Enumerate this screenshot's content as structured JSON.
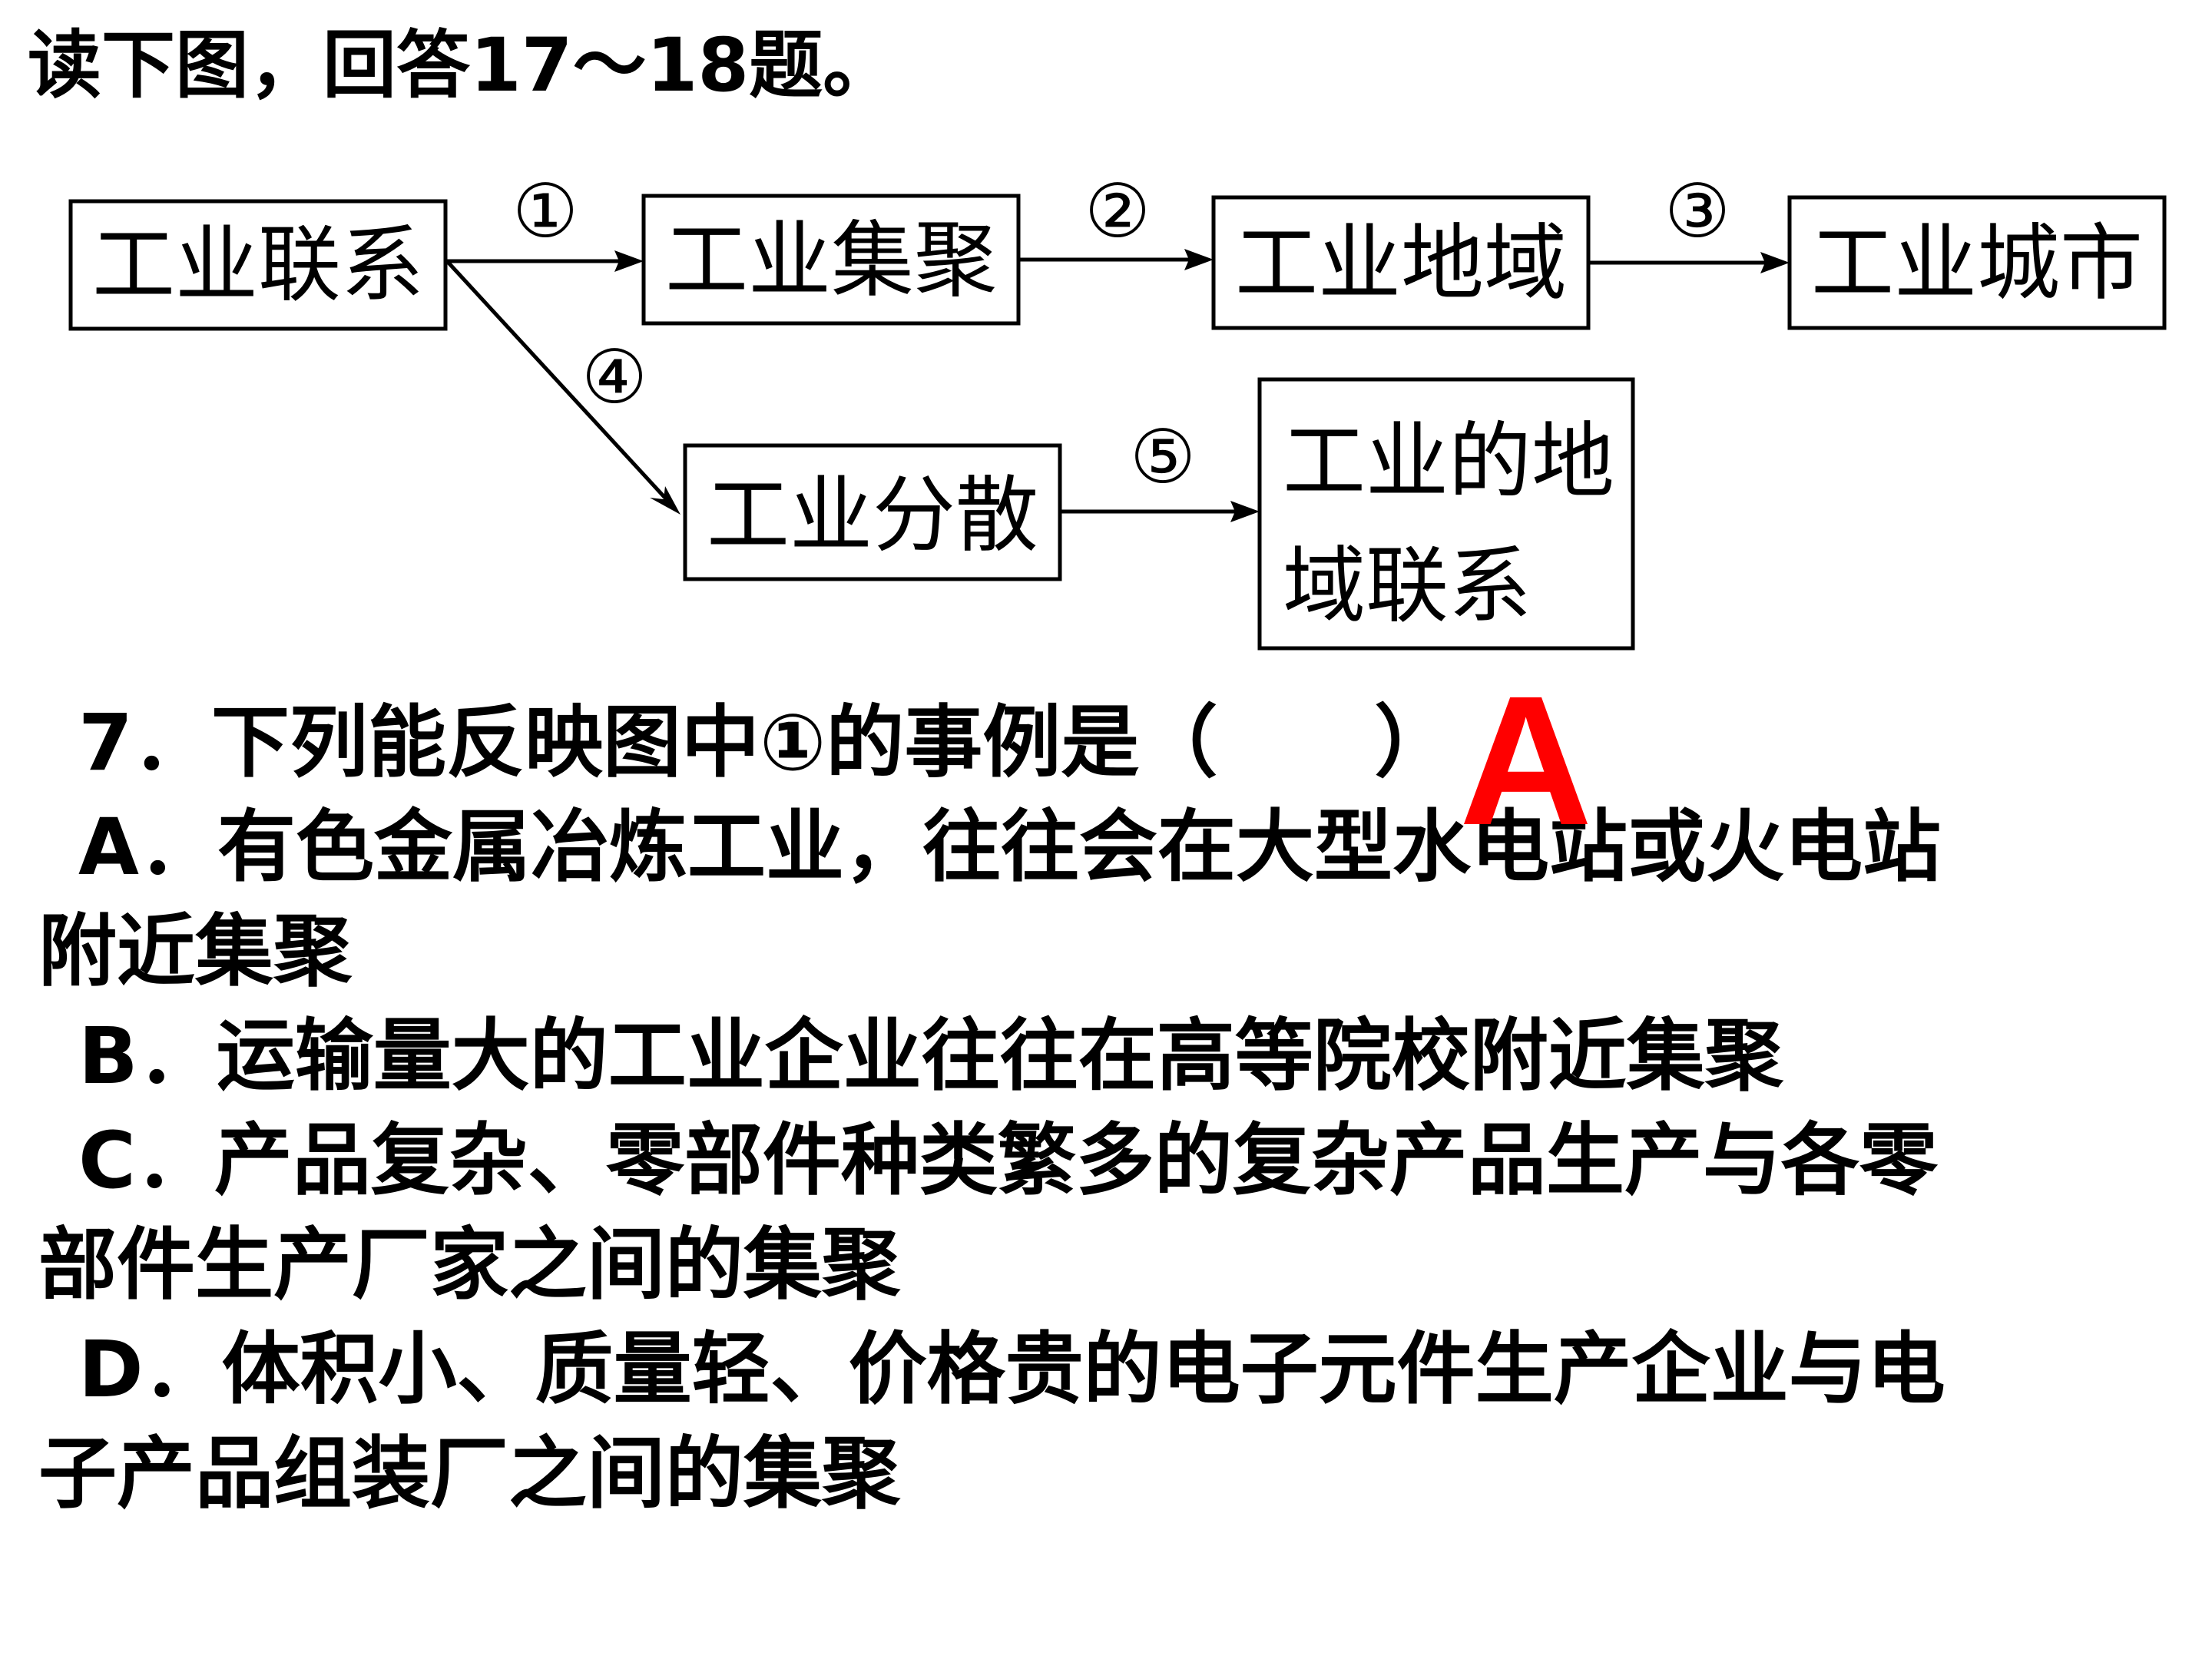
{
  "intro": "读下图，回答17～18题。",
  "diagram": {
    "boxes": {
      "industrial_link": "工业联系",
      "industrial_agglomeration": "工业集聚",
      "industrial_region": "工业地域",
      "industrial_city": "工业城市",
      "industrial_dispersion": "工业分散",
      "regional_link_line1": "工业的地",
      "regional_link_line2": "域联系"
    },
    "arrows": {
      "a1": "①",
      "a2": "②",
      "a3": "③",
      "a4": "④",
      "a5": "⑤"
    }
  },
  "question": {
    "stem": "7．下列能反映图中①的事例是（　　）",
    "option_a_line1": "A．有色金属冶炼工业，往往会在大型水电站或火电站",
    "option_a_line2": "附近集聚",
    "option_b": "B．运输量大的工业企业往往在高等院校附近集聚",
    "option_c_line1": "C．产品复杂、零部件种类繁多的复杂产品生产与各零",
    "option_c_line2": "部件生产厂家之间的集聚",
    "option_d_line1": "D．体积小、质量轻、价格贵的电子元件生产企业与电",
    "option_d_line2": "子产品组装厂之间的集聚"
  },
  "answer": "A",
  "colors": {
    "text": "#000000",
    "answer": "#ff0000",
    "background": "#ffffff"
  }
}
